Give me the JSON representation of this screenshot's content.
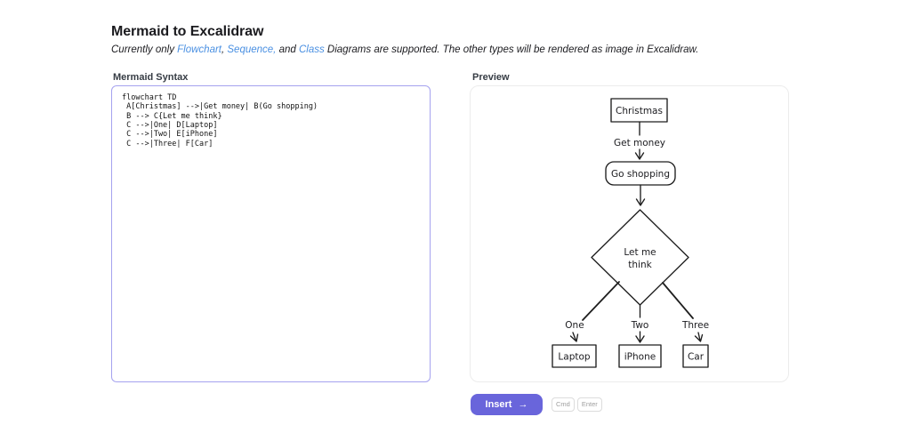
{
  "header": {
    "title": "Mermaid to Excalidraw",
    "subtitle": {
      "part1": "Currently only ",
      "link_flowchart": "Flowchart",
      "sep1": ", ",
      "link_sequence": "Sequence,",
      "sep2": " and ",
      "link_class": "Class",
      "part2": " Diagrams are supported. The other types will be rendered as image in Excalidraw."
    }
  },
  "editor": {
    "label": "Mermaid Syntax",
    "value": "flowchart TD\n A[Christmas] -->|Get money| B(Go shopping)\n B --> C{Let me think}\n C -->|One| D[Laptop]\n C -->|Two| E[iPhone]\n C -->|Three| F[Car]"
  },
  "preview": {
    "label": "Preview"
  },
  "diagram": {
    "node_christmas": "Christmas",
    "edge_get_money": "Get money",
    "node_go_shopping": "Go shopping",
    "decision_line1": "Let me",
    "decision_line2": "think",
    "edge_one": "One",
    "edge_two": "Two",
    "edge_three": "Three",
    "node_laptop": "Laptop",
    "node_iphone": "iPhone",
    "node_car": "Car"
  },
  "footer": {
    "insert_label": "Insert",
    "insert_arrow_icon": "→",
    "kbd_cmd": "Cmd",
    "kbd_enter": "Enter"
  },
  "colors": {
    "accent": "#6965db",
    "link": "#4a90e2",
    "editor_border": "#a5a2ef",
    "preview_border": "#ececec",
    "diagram_stroke": "#1e1e1e"
  }
}
